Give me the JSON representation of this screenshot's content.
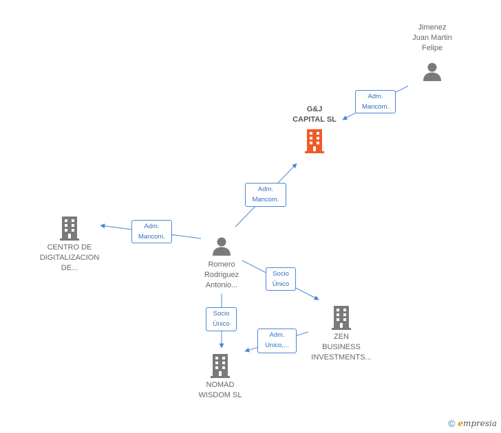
{
  "colors": {
    "edge": "#4a86d4",
    "company": "#7a7a7a",
    "company_main": "#f05a28",
    "person": "#7a7a7a"
  },
  "nodes": {
    "jimenez": {
      "label": "Jimenez\nJuan Martin\nFelipe",
      "icon": "person-icon"
    },
    "gj": {
      "label": "G&J\nCAPITAL  SL",
      "icon": "building-icon"
    },
    "centro": {
      "label": "CENTRO DE\nDIGITALIZACION\nDE...",
      "icon": "building-icon"
    },
    "romero": {
      "label": "Romero\nRodriguez\nAntonio...",
      "icon": "person-icon"
    },
    "zen": {
      "label": "ZEN\nBUSINESS\nINVESTMENTS...",
      "icon": "building-icon"
    },
    "nomad": {
      "label": "NOMAD\nWISDOM  SL",
      "icon": "building-icon"
    }
  },
  "edges": {
    "jimenez_gj": "Adm.\nMancom.",
    "romero_gj": "Adm.\nMancom.",
    "romero_centro": "Adm.\nMancom.",
    "romero_zen": "Socio\nÚnico",
    "romero_nomad": "Socio\nÚnico",
    "zen_nomad": "Adm.\nUnico,..."
  },
  "footer": {
    "copyright": "©",
    "brand_initial": "e",
    "brand_rest": "mpresia"
  }
}
